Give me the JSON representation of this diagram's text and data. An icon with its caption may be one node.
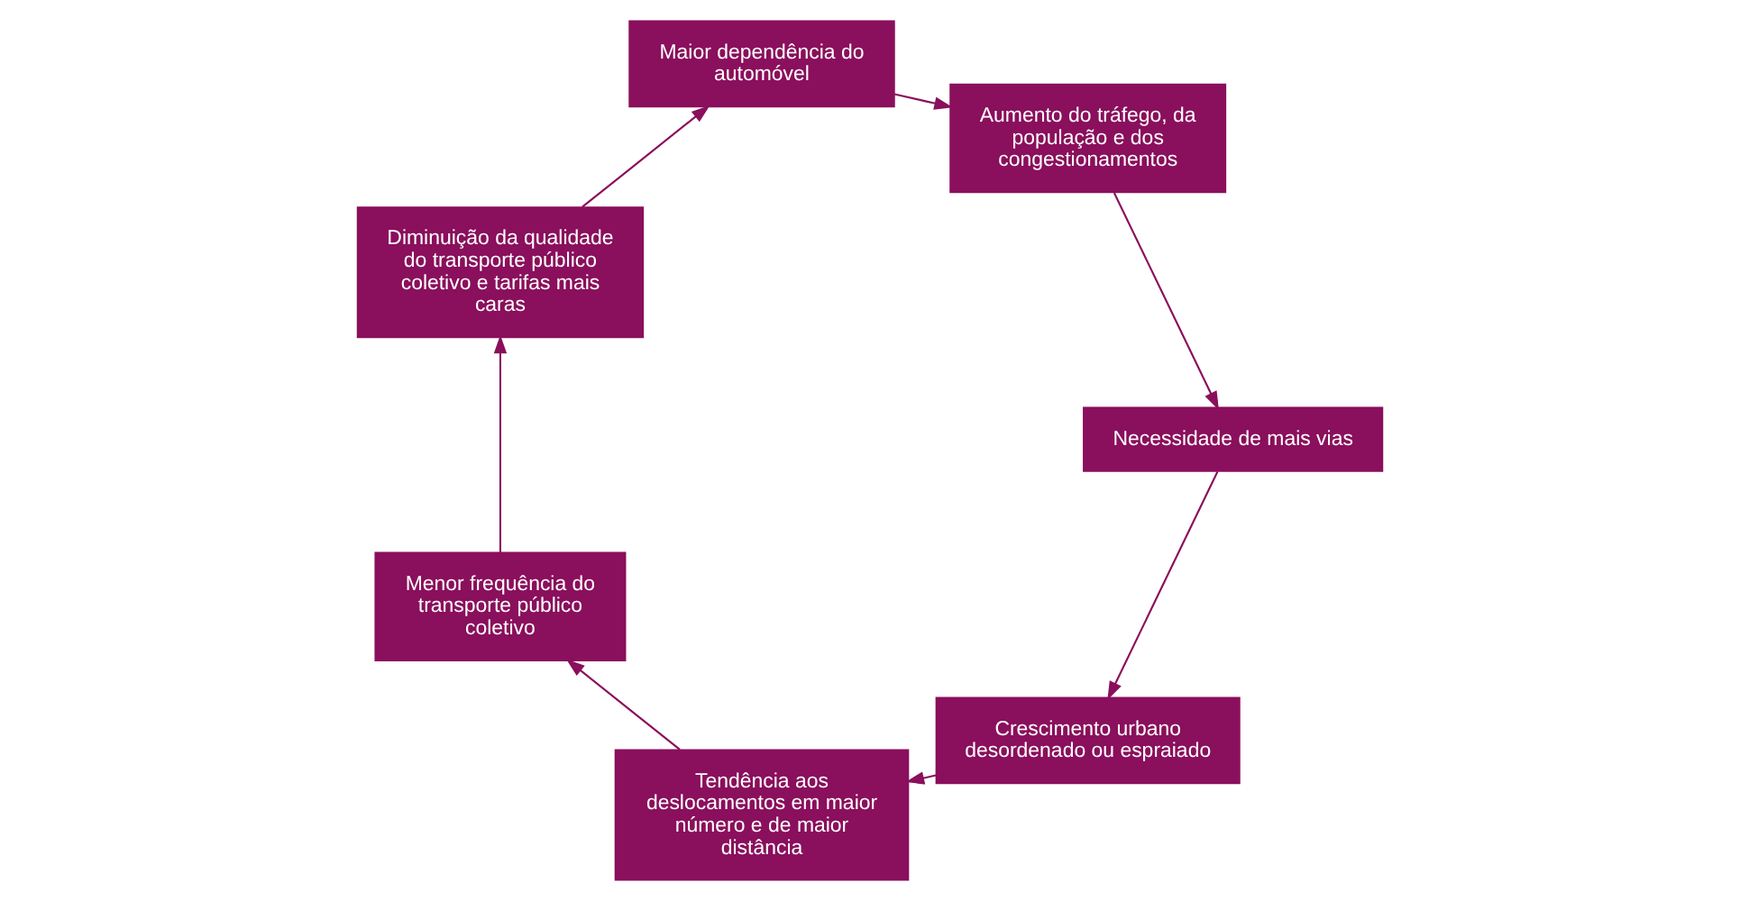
{
  "diagram": {
    "nodes": [
      {
        "text": [
          "Crescimento urbano desordenado ou espraiado"
        ]
      },
      {
        "text": [
          "Tendência aos deslocamentos em maior número e de maior distância"
        ]
      },
      {
        "text": [
          "Menor frequência do transporte público coletivo"
        ]
      },
      {
        "text": [
          "Diminuição da qualidade do transporte público coletivo e tarifas mais caras"
        ]
      },
      {
        "text": [
          "Maior dependência do automóvel"
        ]
      },
      {
        "text": [
          "Aumento do tráfego, da população e dos congestionamentos"
        ]
      },
      {
        "text": [
          "Necessidade de mais vias"
        ]
      }
    ],
    "edges": [
      {
        "from": 0,
        "to": 1,
        "arrow": "to"
      },
      {
        "from": 1,
        "to": 2,
        "arrow": "to"
      },
      {
        "from": 2,
        "to": 3,
        "arrow": "to"
      },
      {
        "from": 3,
        "to": 4,
        "arrow": "to"
      },
      {
        "from": 4,
        "to": 5,
        "arrow": "to"
      },
      {
        "from": 5,
        "to": 6,
        "arrow": "to"
      },
      {
        "from": 6,
        "to": 0,
        "arrow": "to"
      }
    ]
  }
}
